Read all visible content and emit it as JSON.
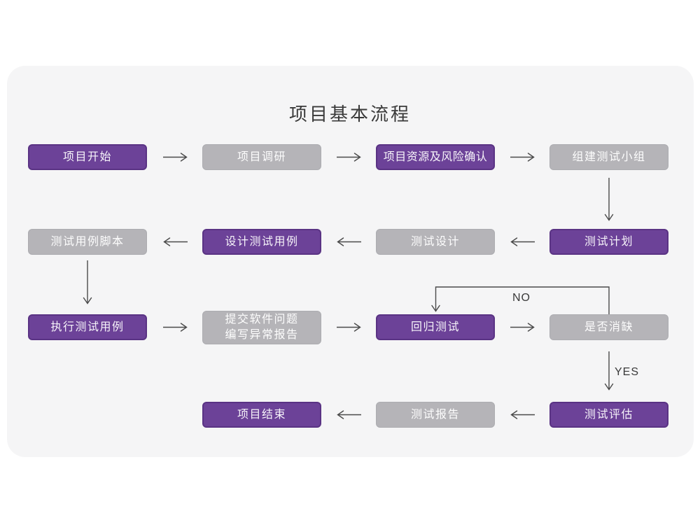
{
  "title": "项目基本流程",
  "colors": {
    "primary_node_fill": "#6c4298",
    "primary_node_border": "#5a3384",
    "secondary_node_fill": "#b5b4b8",
    "node_text": "#ffffff",
    "arrow": "#4a4a4a",
    "panel_background": "#f5f5f6",
    "page_background": "#ffffff",
    "title_text": "#3a3a3a"
  },
  "branch_labels": {
    "no": "NO",
    "yes": "YES"
  },
  "nodes": [
    {
      "label": "项目开始"
    },
    {
      "label": "项目调研"
    },
    {
      "label": "项目资源及风险确认"
    },
    {
      "label": "组建测试小组"
    },
    {
      "label": "测试计划"
    },
    {
      "label": "测试设计"
    },
    {
      "label": "设计测试用例"
    },
    {
      "label": "测试用例脚本"
    },
    {
      "label": "执行测试用例"
    },
    {
      "label": "提交软件问题\n编写异常报告"
    },
    {
      "label": "回归测试"
    },
    {
      "label": "是否消缺"
    },
    {
      "label": "测试评估"
    },
    {
      "label": "测试报告"
    },
    {
      "label": "项目结束"
    }
  ]
}
